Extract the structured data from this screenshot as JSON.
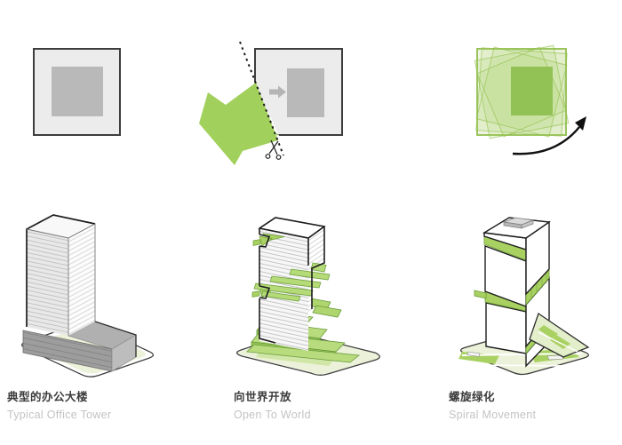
{
  "panels": [
    {
      "id": "typical",
      "zh": "典型的办公大楼",
      "en": "Typical Office Tower"
    },
    {
      "id": "open",
      "zh": "向世界开放",
      "en": "Open To World"
    },
    {
      "id": "spiral",
      "zh": "螺旋绿化",
      "en": "Spiral Movement"
    }
  ],
  "icons": {
    "scissors": "cut line scissors",
    "cut_arrow": "green block arrow pointing lower-left",
    "core_arrow": "gray arrow pointing at core",
    "rotation_arrow": "curved rotation arrow"
  },
  "colors": {
    "accent_green": "#a2d05c",
    "green_stroke": "#6d9c36",
    "pale_site_green": "#ecf2d9",
    "plan_fill_gray": "#ececec",
    "core_gray": "#b9b9b9",
    "outline_dark": "#3d3d3d",
    "caption_zh": "#3a3a3a",
    "caption_en": "#c3c3c3"
  }
}
